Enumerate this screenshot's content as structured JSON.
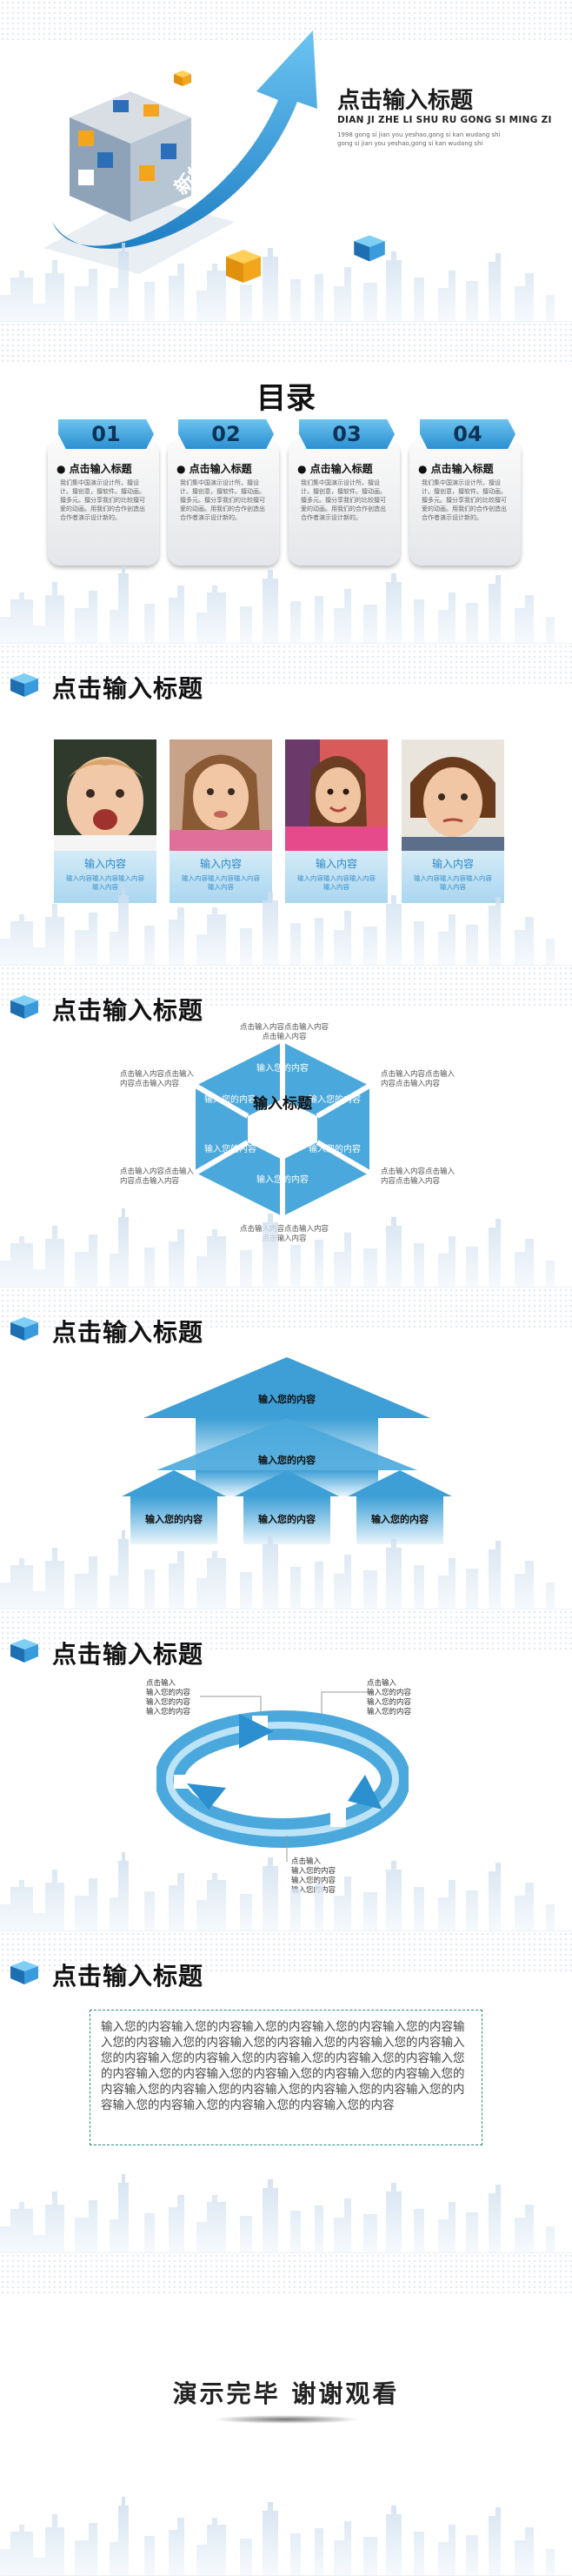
{
  "colors": {
    "accent": "#2b8fd0",
    "light_blue": "#a9d6f0",
    "dark": "#111111"
  },
  "slide1": {
    "cube_text": "新的起点",
    "title": "点击输入标题",
    "pinyin": "DIAN JI ZHE LI SHU RU GONG SI MING ZI",
    "small": "1998 gong si jian you yeshao,gong si kan wudang shi gong si jian you yeshao,gong si kan wudang shi"
  },
  "slide2": {
    "title": "目录",
    "cards": [
      {
        "num": "01",
        "head": "● 点击输入标题",
        "text": "我们集中国演示设计所。擅设计。擅创意，擅软件。擅动画。擅多元。擅分享我们的比较擅可爱的动画。用我们的合作创造出合作者演示设计新的。"
      },
      {
        "num": "02",
        "head": "● 点击输入标题",
        "text": "我们集中国演示设计所。擅设计。擅创意，擅软件。擅动画。擅多元。擅分享我们的比较擅可爱的动画。用我们的合作创造出合作者演示设计新的。"
      },
      {
        "num": "03",
        "head": "● 点击输入标题",
        "text": "我们集中国演示设计所。擅设计。擅创意，擅软件。擅动画。擅多元。擅分享我们的比较擅可爱的动画。用我们的合作创造出合作者演示设计新的。"
      },
      {
        "num": "04",
        "head": "● 点击输入标题",
        "text": "我们集中国演示设计所。擅设计。擅创意，擅软件。擅动画。擅多元。擅分享我们的比较擅可爱的动画。用我们的合作创造出合作者演示设计新的。"
      }
    ]
  },
  "slide3": {
    "title": "点击输入标题",
    "items": [
      {
        "label": "输入内容",
        "sub": "输入内容输入内容输入内容输入内容"
      },
      {
        "label": "输入内容",
        "sub": "输入内容输入内容输入内容输入内容"
      },
      {
        "label": "输入内容",
        "sub": "输入内容输入内容输入内容输入内容"
      },
      {
        "label": "输入内容",
        "sub": "输入内容输入内容输入内容输入内容"
      }
    ]
  },
  "slide4": {
    "title": "点击输入标题",
    "center": "输入标题",
    "hexes": [
      "输入您的内容",
      "输入您的内容",
      "输入您的内容",
      "输入您的内容",
      "输入您的内容",
      "输入您的内容"
    ],
    "captions": [
      "点击输入内容点击输入内容点击输入内容",
      "点击输入内容点击输入内容点击输入内容",
      "点击输入内容点击输入内容点击输入内容",
      "点击输入内容点击输入内容点击输入内容",
      "点击输入内容点击输入内容点击输入内容",
      "点击输入内容点击输入内容点击输入内容"
    ]
  },
  "slide5": {
    "title": "点击输入标题",
    "top": "输入您的内容",
    "middle": "输入您的内容",
    "bottom": [
      "输入您的内容",
      "输入您的内容",
      "输入您的内容"
    ]
  },
  "slide6": {
    "title": "点击输入标题",
    "notes": [
      {
        "head": "点击输入",
        "lines": "输入您的内容\n输入您的内容\n输入您的内容"
      },
      {
        "head": "点击输入",
        "lines": "输入您的内容\n输入您的内容\n输入您的内容"
      },
      {
        "head": "点击输入",
        "lines": "输入您的内容\n输入您的内容\n输入您的内容"
      }
    ]
  },
  "slide7": {
    "title": "点击输入标题",
    "body": "输入您的内容输入您的内容输入您的内容输入您的内容输入您的内容输入您的内容输入您的内容输入您的内容输入您的内容输入您的内容输入您的内容输入您的内容输入您的内容输入您的内容输入您的内容输入您的内容输入您的内容输入您的内容输入您的内容输入您的内容输入您的内容输入您的内容输入您的内容输入您的内容输入您的内容输入您的内容输入您的内容输入您的内容输入您的内容输入您的内容"
  },
  "slide8": {
    "thanks": "演示完毕 谢谢观看"
  }
}
